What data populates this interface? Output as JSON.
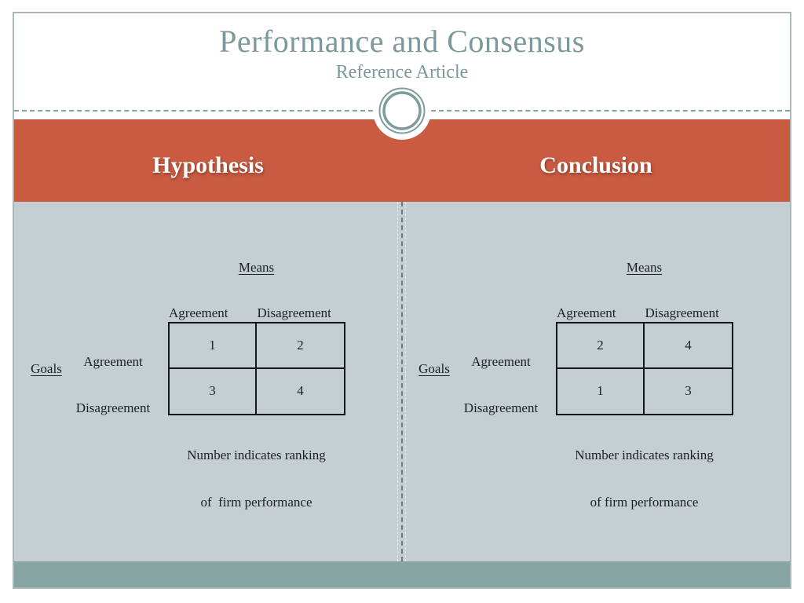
{
  "header": {
    "title": "Performance and Consensus",
    "subtitle": "Reference Article"
  },
  "band": {
    "left_label": "Hypothesis",
    "right_label": "Conclusion"
  },
  "panels": [
    {
      "name": "hypothesis",
      "means_label": "Means",
      "goals_label": "Goals",
      "col_headers": [
        "Agreement",
        "Disagreement"
      ],
      "row_headers": [
        "Agreement",
        "Disagreement"
      ],
      "cells": [
        [
          "1",
          "2"
        ],
        [
          "3",
          "4"
        ]
      ],
      "note_line1": "Number indicates ranking",
      "note_line2": "of  firm performance"
    },
    {
      "name": "conclusion",
      "means_label": "Means",
      "goals_label": "Goals",
      "col_headers": [
        "Agreement",
        "Disagreement"
      ],
      "row_headers": [
        "Agreement",
        "Disagreement"
      ],
      "cells": [
        [
          "2",
          "4"
        ],
        [
          "1",
          "3"
        ]
      ],
      "note_line1": "Number indicates ranking",
      "note_line2": "of firm performance"
    }
  ],
  "icons": {
    "ornament": "double-ring-circle-icon"
  },
  "colors": {
    "accent_red": "#c85b42",
    "content_bg": "#c5ced3",
    "footer_teal": "#87a5a2",
    "title_teal": "#7b999b",
    "ornament_teal": "#7e9c9c",
    "dashed_line": "#84a0a0",
    "slide_border": "#a7b8b6",
    "ink": "#1b2026"
  }
}
